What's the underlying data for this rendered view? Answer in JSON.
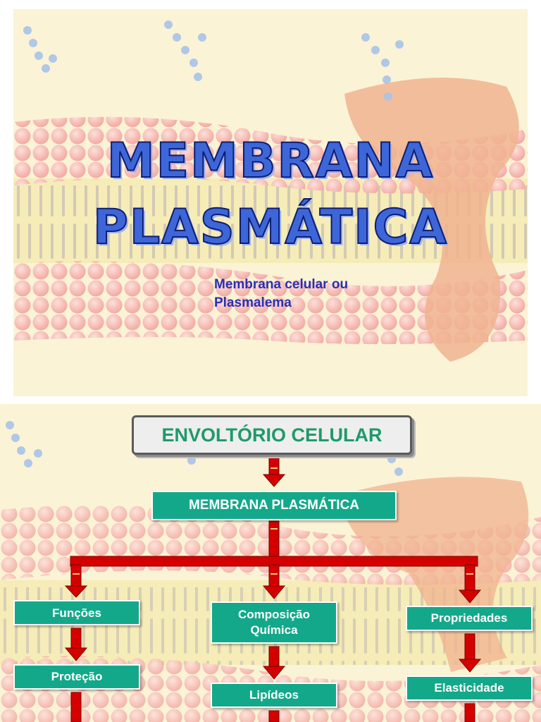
{
  "slide1": {
    "title_line1": "MEMBRANA",
    "title_line2": "PLASMÁTICA",
    "subtitle_line1": "Membrana celular ou",
    "subtitle_line2": "Plasmalema"
  },
  "slide2": {
    "root": "ENVOLTÓRIO CELULAR",
    "level1": "MEMBRANA PLASMÁTICA",
    "branches": {
      "funcoes": "Funções",
      "composicao_line1": "Composição",
      "composicao_line2": "Química",
      "propriedades": "Propriedades"
    },
    "children": {
      "protecao": "Proteção",
      "lipideos": "Lipídeos",
      "elasticidade": "Elasticidade"
    }
  },
  "colors": {
    "background": "#fbf3d6",
    "box_fill": "#14a88a",
    "arrow_red": "#d40000",
    "title_blue": "#3d66d8",
    "subtitle_blue": "#2a2fb4"
  }
}
